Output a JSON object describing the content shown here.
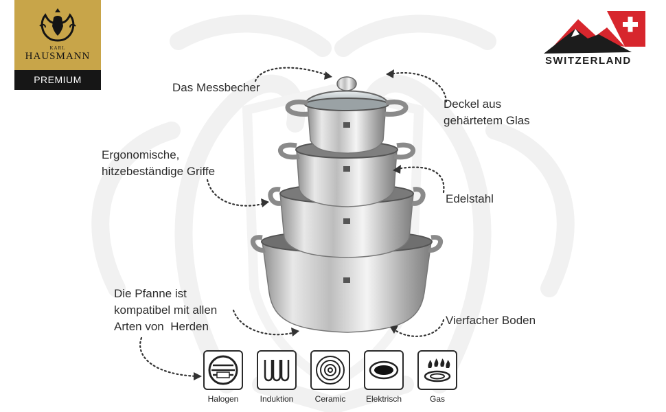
{
  "brand": {
    "karl": "KARL",
    "name": "HAUSMANN",
    "tier": "PREMIUM"
  },
  "origin": {
    "country": "SWITZERLAND"
  },
  "features": {
    "measuring_lid": "Das Messbecher",
    "glass_lid_line1": "Deckel aus",
    "glass_lid_line2": "gehärtetem Glas",
    "handles_line1": "Ergonomische,",
    "handles_line2": "hitzebeständige Griffe",
    "steel": "Edelstahl",
    "compat_line1": "Die Pfanne ist",
    "compat_line2": "kompatibel mit allen",
    "compat_line3": "Arten von  Herden",
    "bottom": "Vierfacher Boden"
  },
  "stoves": [
    {
      "label": "Halogen",
      "icon": "halogen-icon"
    },
    {
      "label": "Induktion",
      "icon": "induction-icon"
    },
    {
      "label": "Ceramic",
      "icon": "ceramic-icon"
    },
    {
      "label": "Elektrisch",
      "icon": "electric-icon"
    },
    {
      "label": "Gas",
      "icon": "gas-icon"
    }
  ],
  "colors": {
    "brand_gold": "#c8a549",
    "brand_black": "#161616",
    "swiss_red": "#d7262d"
  }
}
